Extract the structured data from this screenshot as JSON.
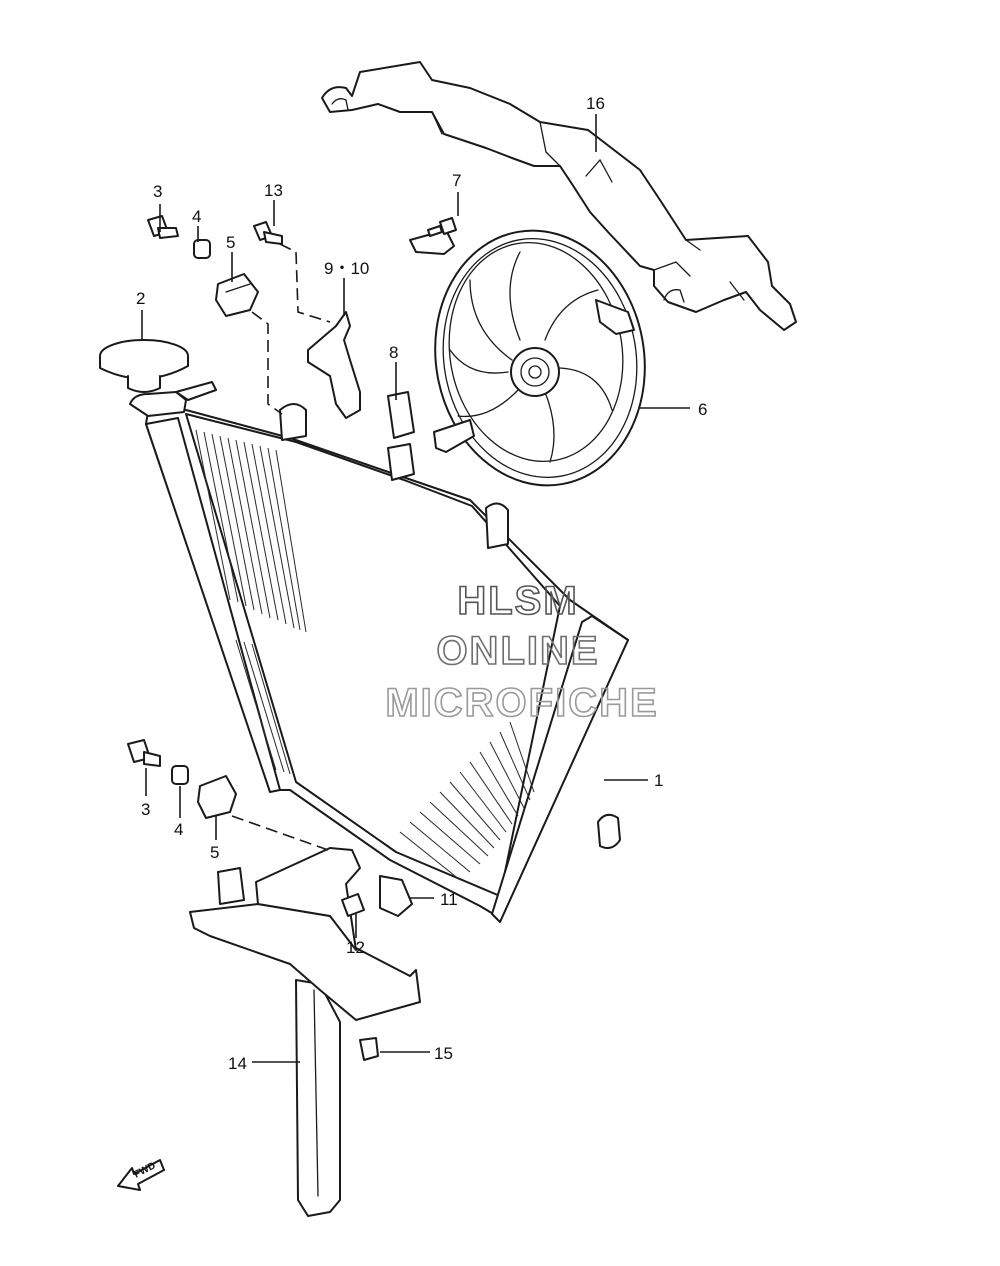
{
  "watermark": {
    "line1": "HLSM",
    "line2": "ONLINE",
    "line3": "MICROFICHE",
    "color": "#9a9a9a"
  },
  "fwd_label": "FWD",
  "callouts": {
    "c1": "1",
    "c2": "2",
    "c3_top": "3",
    "c3_bottom": "3",
    "c4_top": "4",
    "c4_bottom": "4",
    "c5_top": "5",
    "c5_bottom": "5",
    "c6": "6",
    "c7": "7",
    "c8": "8",
    "c9_10": "9・10",
    "c11": "11",
    "c12": "12",
    "c13": "13",
    "c14": "14",
    "c15": "15",
    "c16": "16"
  }
}
